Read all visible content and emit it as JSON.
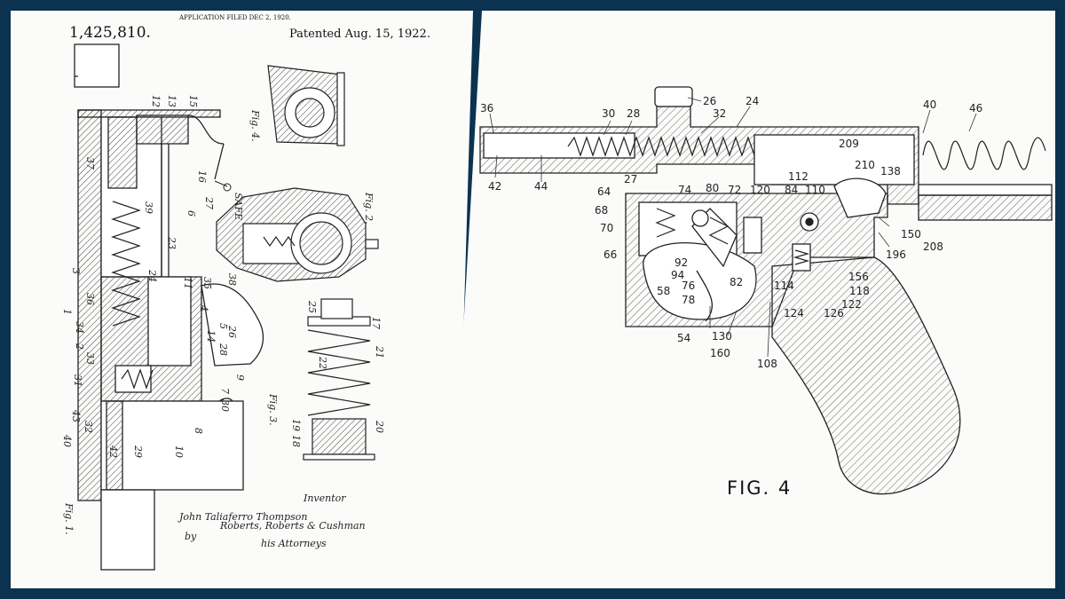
{
  "left_panel": {
    "patent_number": "1,425,810.",
    "application_filed": "APPLICATION FILED DEC 2, 1920.",
    "patented": "Patented Aug. 15, 1922.",
    "safe_label": "SAFE",
    "figure_labels": [
      "Fig. 1.",
      "Fig. 2.",
      "Fig. 3.",
      "Fig. 4."
    ],
    "part_numbers": [
      "12",
      "13",
      "15",
      "16",
      "37",
      "39",
      "6",
      "23",
      "27",
      "3",
      "24",
      "11",
      "35",
      "4",
      "14",
      "5",
      "9",
      "26",
      "28",
      "34",
      "36",
      "2",
      "1",
      "33",
      "31",
      "43",
      "42",
      "29",
      "10",
      "8",
      "7",
      "30",
      "32",
      "40",
      "25",
      "17",
      "21",
      "22",
      "20",
      "19",
      "18",
      "38"
    ],
    "inventor_heading": "Inventor",
    "inventor_name": "John Taliaferro Thompson",
    "by": "by",
    "attorneys_signature": "Roberts, Roberts & Cushman",
    "attorneys_label": "his Attorneys"
  },
  "right_panel": {
    "figure_title": "FIG. 4",
    "callouts": [
      "36",
      "30",
      "28",
      "26",
      "32",
      "24",
      "40",
      "46",
      "209",
      "210",
      "138",
      "42",
      "44",
      "27",
      "64",
      "68",
      "70",
      "66",
      "74",
      "80",
      "72",
      "120",
      "112",
      "84",
      "110",
      "58",
      "92",
      "94",
      "76",
      "78",
      "82",
      "114",
      "156",
      "118",
      "122",
      "124",
      "126",
      "150",
      "208",
      "196",
      "54",
      "130",
      "160",
      "108"
    ]
  }
}
